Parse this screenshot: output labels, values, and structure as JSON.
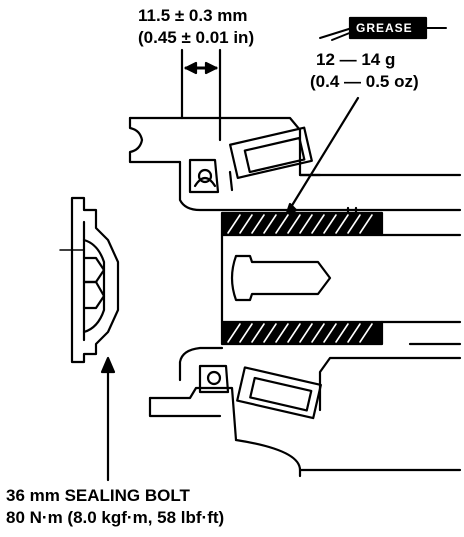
{
  "dimension": {
    "value": "11.5 ± 0.3 mm",
    "value_in": "(0.45 ± 0.01 in)"
  },
  "grease": {
    "badge": "GREASE",
    "amount": "12 — 14 g",
    "amount_oz": "(0.4 — 0.5 oz)"
  },
  "sealing_bolt": {
    "name": "36 mm SEALING BOLT",
    "torque": "80 N·m (8.0 kgf·m, 58 lbf·ft)"
  }
}
